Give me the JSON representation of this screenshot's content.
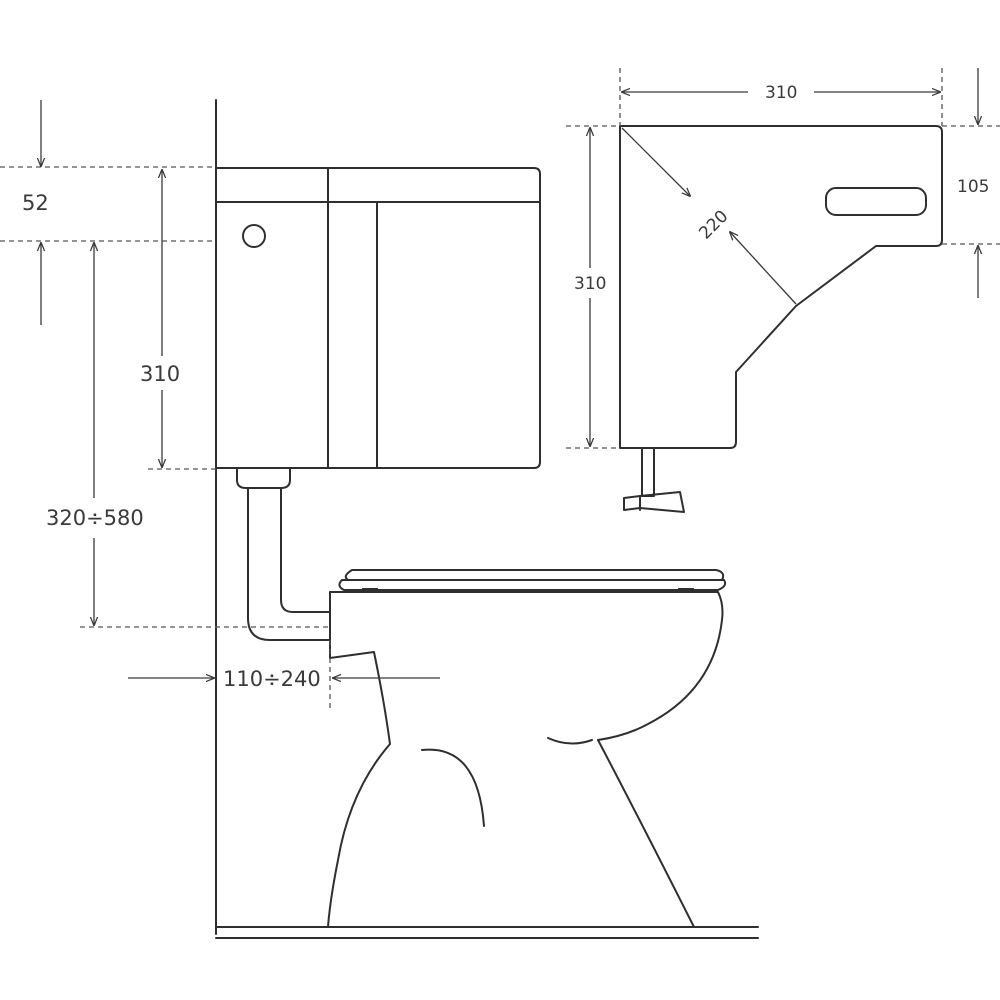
{
  "dimensions": {
    "tank_lid_height": "52",
    "tank_height_front": "310",
    "flush_pipe_height": "320÷580",
    "wall_offset": "110÷240",
    "tank_width_top": "310",
    "tank_height_side": "310",
    "tank_depth": "105",
    "corner_diagonal": "220"
  },
  "colors": {
    "line": "#2f2f2f",
    "dimension_line": "#3a3a3a",
    "dashed_guide": "#555555",
    "background": "#ffffff"
  }
}
